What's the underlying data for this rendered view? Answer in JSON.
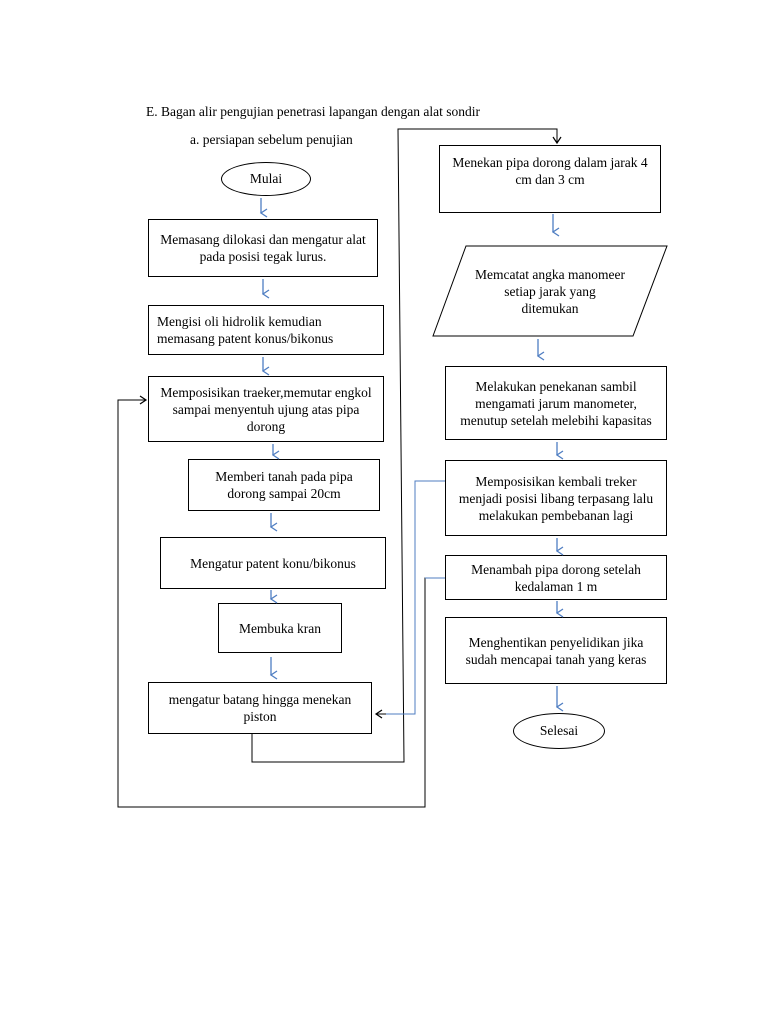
{
  "heading": "E. Bagan alir pengujian penetrasi lapangan dengan alat sondir",
  "subheading": "a. persiapan sebelum penujian",
  "colors": {
    "arrow": "#4f7ec2",
    "connector": "#000000",
    "connector_blue": "#4f7ec2"
  },
  "left_column": {
    "start": "Mulai",
    "step1": "Memasang dilokasi dan mengatur alat pada posisi tegak lurus.",
    "step2": "Mengisi oli hidrolik kemudian memasang patent konus/bikonus",
    "step3": "Memposisikan traeker,memutar engkol sampai menyentuh ujung atas pipa dorong",
    "step4": "Memberi tanah pada pipa dorong sampai 20cm",
    "step5": "Mengatur patent konu/bikonus",
    "step6": "Membuka kran",
    "step7": "mengatur batang hingga menekan piston"
  },
  "right_column": {
    "step1": "Menekan pipa dorong dalam jarak 4 cm dan 3 cm",
    "step2": "Memcatat angka manomeer setiap jarak yang ditemukan",
    "step3": "Melakukan penekanan sambil mengamati jarum manometer, menutup setelah melebihi kapasitas",
    "step4": "Memposisikan kembali treker menjadi posisi libang terpasang lalu melakukan pembebanan lagi",
    "step5": "Menambah pipa dorong setelah kedalaman 1 m",
    "step6": "Menghentikan penyelidikan jika sudah mencapai tanah yang keras",
    "end": "Selesai"
  }
}
